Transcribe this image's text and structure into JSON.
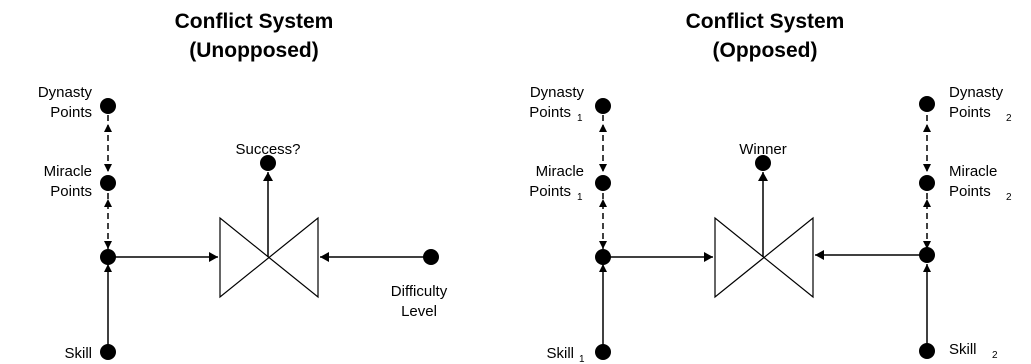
{
  "unopposed": {
    "title_line1": "Conflict System",
    "title_line2": "(Unopposed)",
    "dynasty_l1": "Dynasty",
    "dynasty_l2": "Points",
    "miracle_l1": "Miracle",
    "miracle_l2": "Points",
    "outcome": "Success?",
    "difficulty_l1": "Difficulty",
    "difficulty_l2": "Level",
    "skill": "Skill"
  },
  "opposed": {
    "title_line1": "Conflict System",
    "title_line2": "(Opposed)",
    "outcome": "Winner",
    "left": {
      "dynasty_l1": "Dynasty",
      "dynasty_l2": "Points",
      "miracle_l1": "Miracle",
      "miracle_l2": "Points",
      "skill": "Skill",
      "subscript": "1"
    },
    "right": {
      "dynasty_l1": "Dynasty",
      "dynasty_l2": "Points",
      "miracle_l1": "Miracle",
      "miracle_l2": "Points",
      "skill": "Skill",
      "subscript": "2"
    }
  }
}
